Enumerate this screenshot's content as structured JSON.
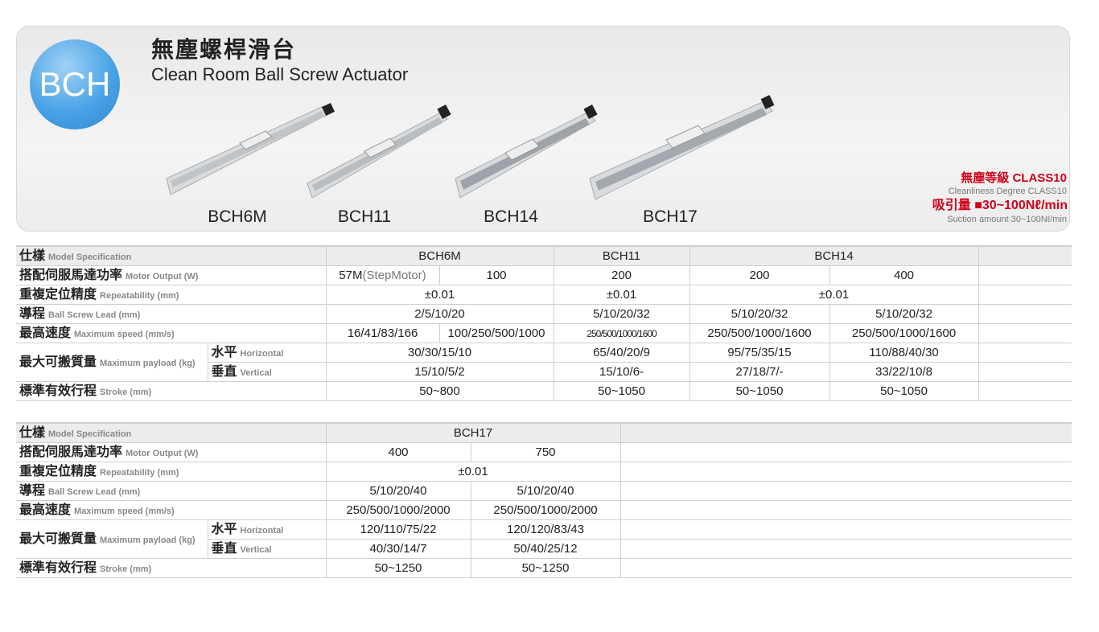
{
  "header": {
    "badge": "BCH",
    "title_zh": "無塵螺桿滑台",
    "title_en": "Clean Room Ball Screw Actuator",
    "products": [
      "BCH6M",
      "BCH11",
      "BCH14",
      "BCH17"
    ],
    "cleanliness_zh": "無塵等級 CLASS10",
    "cleanliness_en": "Cleanliness Degree CLASS10",
    "suction_zh": "吸引量 ■30~100Nℓ/min",
    "suction_en": "Suction amount 30~100Nℓ/min",
    "accent": "#d0021b",
    "badge_color": "#4aa3e6"
  },
  "labels": {
    "spec": {
      "zh": "仕樣",
      "en": "Model Specification"
    },
    "motor": {
      "zh": "搭配伺服馬達功率",
      "en": "Motor Output (W)"
    },
    "repeat": {
      "zh": "重複定位精度",
      "en": "Repeatability (mm)"
    },
    "lead": {
      "zh": "導程",
      "en": "Ball Screw Lead (mm)"
    },
    "speed": {
      "zh": "最高速度",
      "en": "Maximum speed (mm/s)"
    },
    "payload": {
      "zh": "最大可搬質量",
      "en": "Maximum payload (kg)",
      "h_zh": "水平",
      "h_en": "Horizontal",
      "v_zh": "垂直",
      "v_en": "Vertical"
    },
    "stroke": {
      "zh": "標準有效行程",
      "en": "Stroke (mm)"
    }
  },
  "table1": {
    "models": [
      "BCH6M",
      "BCH11",
      "BCH14"
    ],
    "motor": [
      "57M",
      "(StepMotor)",
      "100",
      "200",
      "200",
      "400"
    ],
    "repeat": [
      "±0.01",
      "±0.01",
      "±0.01"
    ],
    "lead": [
      "2/5/10/20",
      "5/10/20/32",
      "5/10/20/32",
      "5/10/20/32"
    ],
    "speed": [
      "16/41/83/166",
      "100/250/500/1000",
      "250/500/1000/1600",
      "250/500/1000/1600",
      "250/500/1000/1600"
    ],
    "horizontal": [
      "30/30/15/10",
      "65/40/20/9",
      "95/75/35/15",
      "110/88/40/30"
    ],
    "vertical": [
      "15/10/5/2",
      "15/10/6-",
      "27/18/7/-",
      "33/22/10/8"
    ],
    "stroke": [
      "50~800",
      "50~1050",
      "50~1050",
      "50~1050"
    ]
  },
  "table2": {
    "models": [
      "BCH17"
    ],
    "motor": [
      "400",
      "750"
    ],
    "repeat": [
      "±0.01"
    ],
    "lead": [
      "5/10/20/40",
      "5/10/20/40"
    ],
    "speed": [
      "250/500/1000/2000",
      "250/500/1000/2000"
    ],
    "horizontal": [
      "120/110/75/22",
      "120/120/83/43"
    ],
    "vertical": [
      "40/30/14/7",
      "50/40/25/12"
    ],
    "stroke": [
      "50~1250",
      "50~1250"
    ]
  }
}
